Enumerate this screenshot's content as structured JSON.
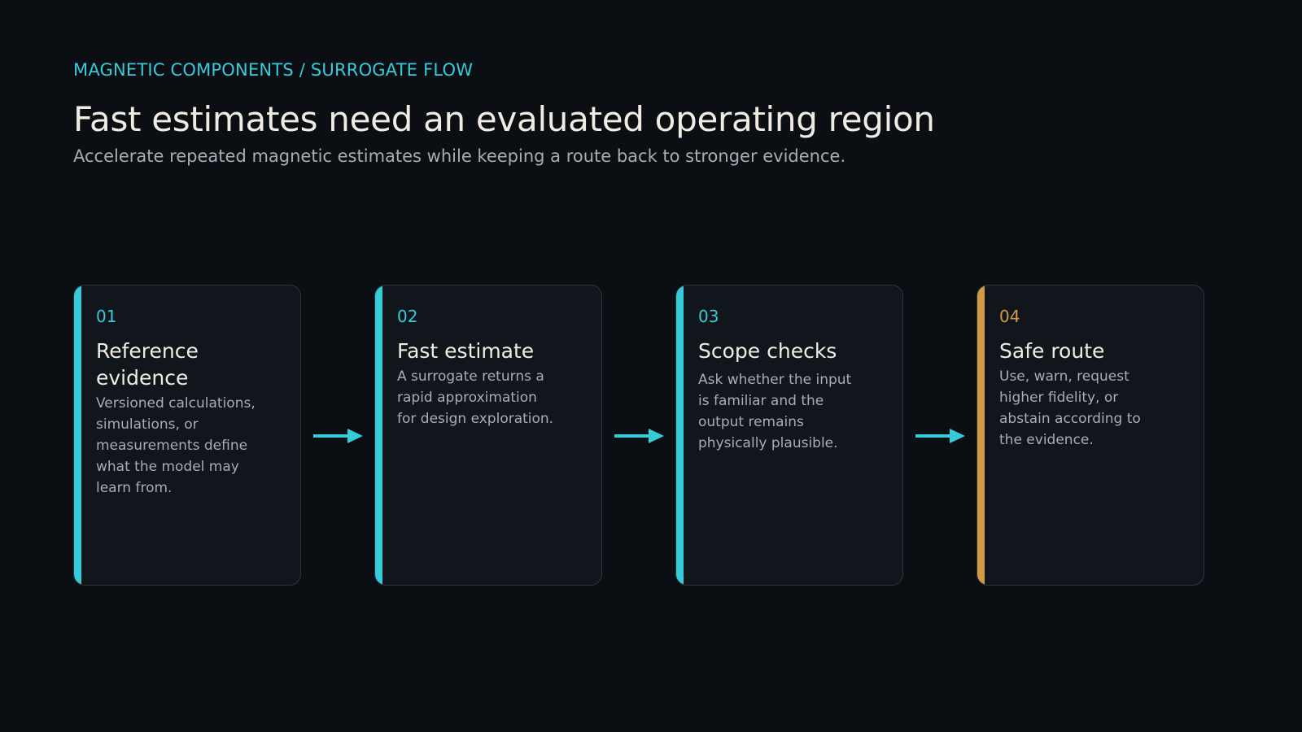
{
  "header": {
    "kicker": "MAGNETIC COMPONENTS / SURROGATE FLOW",
    "title": "Fast estimates need an evaluated operating region",
    "subtitle": "Accelerate repeated magnetic estimates while keeping a route back to stronger evidence."
  },
  "steps": [
    {
      "number": "01",
      "title": "Reference evidence",
      "description": "Versioned calculations, simulations, or measurements define what the model may learn from."
    },
    {
      "number": "02",
      "title": "Fast estimate",
      "description": "A surrogate returns a rapid approximation for design exploration."
    },
    {
      "number": "03",
      "title": "Scope checks",
      "description": "Ask whether the input is familiar and the output remains physically plausible."
    },
    {
      "number": "04",
      "title": "Safe route",
      "description": "Use, warn, request higher fidelity, or abstain according to the evidence."
    }
  ],
  "colors": {
    "background": "#0b0f13",
    "accent": "#35cbd8",
    "accent_final": "#d39a45",
    "card": "#11161d",
    "card_border": "#2c353e",
    "text_primary": "#f0ece4",
    "text_secondary": "#a7adb4"
  },
  "icons": {
    "connector": "arrow-right-icon"
  }
}
